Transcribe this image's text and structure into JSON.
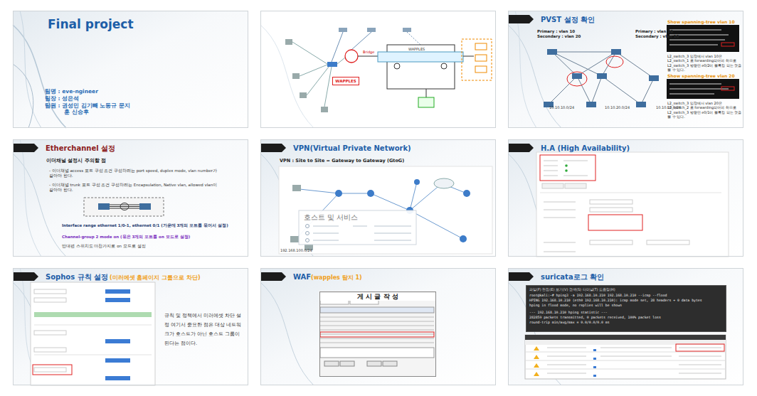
{
  "diagram": {
    "nodes": [
      {
        "text": [
          "Final project",
          "팀명 : eve-ngineer",
          "팀장 : 성은석",
          "팀원 : 권성민 김기빼 노동규 문지훈 신승후"
        ]
      },
      {
        "text": [
          "WAPPLES"
        ]
      },
      {
        "text": [
          "WAPPLES"
        ],
        "in": 1
      },
      {
        "text": [
          "PVST 설정 확인",
          "Primary : vlan 10",
          "Secondary : vlan 20",
          "Primary : vlan 20",
          "Secondary : vlan 10",
          "Show spanning-tree vlan 10",
          "L2_switch_3 입장에서 vlan 10은 L2_switch_1 로 forwarding되어야 하므로 L2_switch_3 방향인 e0/2이 블록킹 되는 것을 볼 수 있다.",
          "Show spanning-tree vlan 20",
          "L2_switch_3 입장에서 vlan 20은 L2_switch_2 로 forwarding되어야 하므로 L2_switch_3 방향인 e0/1이 블록킹 되는 것을 볼 수 있다."
        ]
      },
      {
        "text": [
          "Etherchannel 설정",
          "이더채널 설정시 주의할 점",
          "- 이더채널 access 포트 구성 조건 구성하려는 port speed, duplex mode, vlan number가 같아야 한다.",
          "- 이더채널 trunk 포트 구성 조건 구성하려는 Encapsulation, Native vlan, allowed vlan이 같아야 한다.",
          "Interface range ethernet 1/0-1, ethernet 0/1 (가운데 3개의 포트를 묶어서 설정)",
          "Channel-group 2 mode on (묶은 3개의 포트를 on 모드로 설정)",
          "반대편 스위치도 마찬가지로 on 모드로 설정"
        ]
      },
      {
        "text": [
          "VPN(Virtual Private Network)",
          "VPN : Site to Site = Gateway to Gateway (GtoG)"
        ]
      },
      {
        "text": [
          "호스트 및 서비스"
        ],
        "in": 5
      },
      {
        "text": [
          "H.A (High Availability)"
        ]
      },
      {
        "text": [
          "Sophos 규칙 설정",
          "(미러에셋 홈페이지 그룹으로 차단)",
          "규칙 및 정책에서 미러에셋 차단 설정 여기서 중요한 점은 대상 네트워크가 호스트가 아닌 호스트 그룹이 된다는 점이다."
        ]
      },
      {
        "text": [
          "WAF",
          "(wapples 탐지 1)"
        ]
      },
      {
        "text": [
          "게 시 글 작 성"
        ],
        "in": 9
      },
      {
        "text": [
          "suricata로그 확인"
        ]
      },
      {
        "text": [
          "파일(F) 편집(E) 보기(V) 검색(S) 터미널(T) 도움말(H)",
          "root@kali:~# hping3 -a 192.168.10.210 192.168.10.210 --icmp --flood",
          "HPING 192.168.10.210 (eth0 192.168.10.210): icmp mode set, 28 headers + 0 data bytes",
          "hping in flood mode, no replies will be shown",
          "--- 192.168.10.210 hping statistic ---",
          "282859 packets transmitted, 0 packets received, 100% packet loss",
          "round-trip min/avg/max = 0.0/0.0/0.0 ms"
        ],
        "in": 11
      }
    ],
    "labels": [
      "Bridge",
      "10.10.10.0/24",
      "10.10.20.0/24",
      "10.10.10.0/24",
      "192.168.100.0/24"
    ]
  }
}
